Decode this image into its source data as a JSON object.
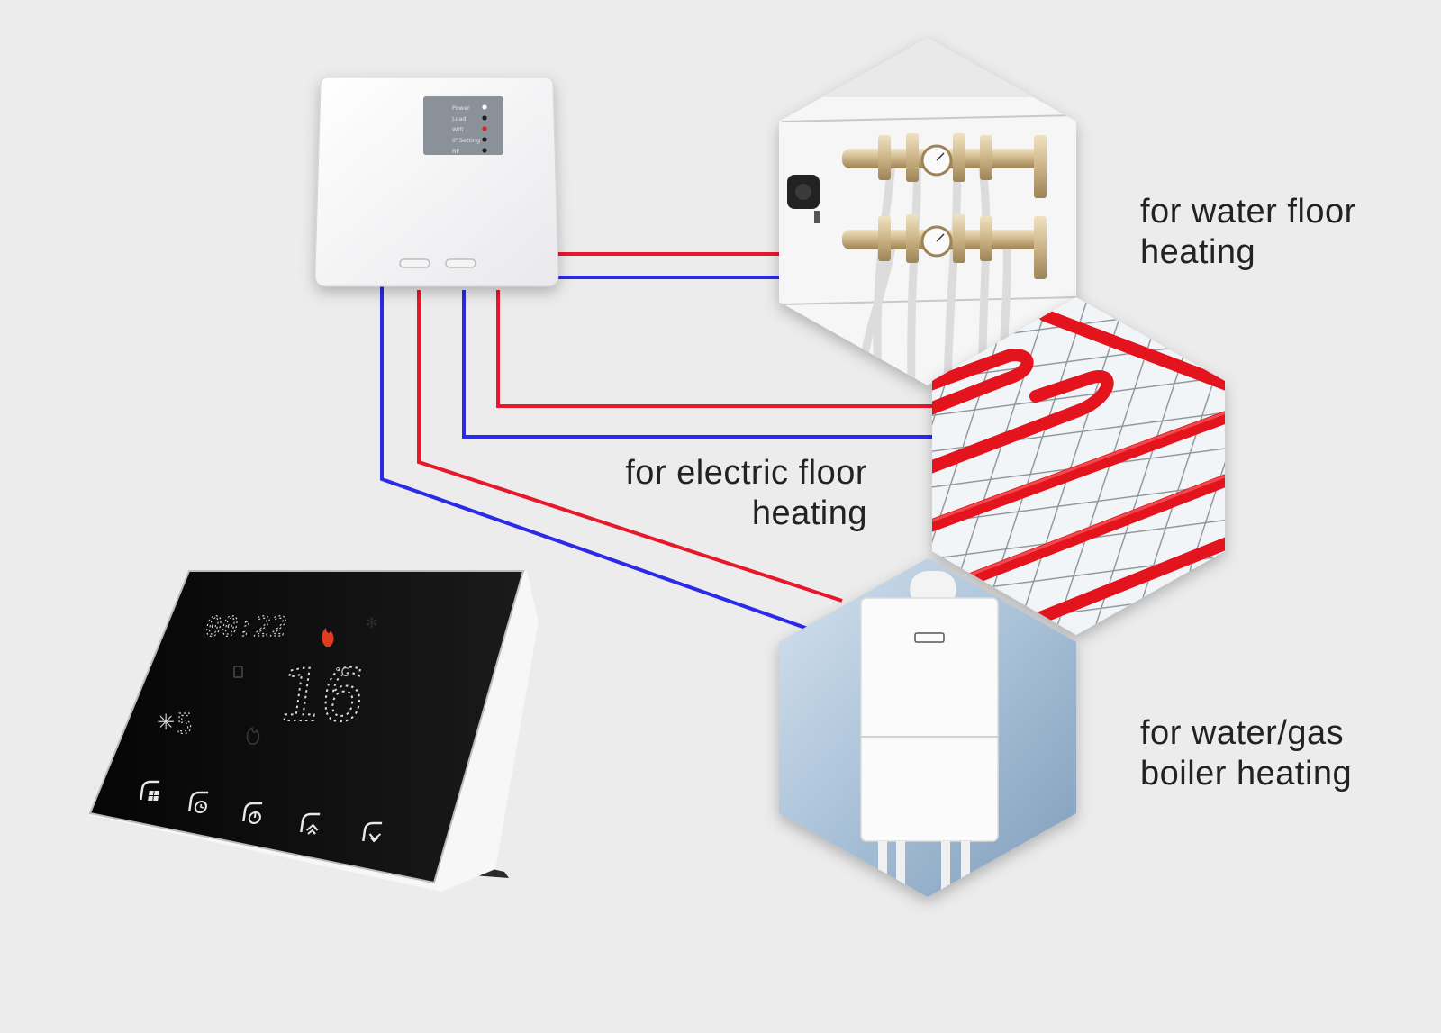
{
  "receiver": {
    "leds": [
      {
        "label": "Power",
        "color": "#ffffff"
      },
      {
        "label": "Load",
        "color": "#1a1a1a"
      },
      {
        "label": "Wifi",
        "color": "#e02020"
      },
      {
        "label": "IP Setting",
        "color": "#1a1a1a"
      },
      {
        "label": "RF",
        "color": "#1a1a1a"
      }
    ]
  },
  "thermostat": {
    "clock": "00:22",
    "temperature": "16",
    "unit": "°C",
    "fan_speed": "5",
    "buttons": [
      "mode-icon",
      "clock-icon",
      "power-icon",
      "arrow-up-icon",
      "arrow-down-icon"
    ]
  },
  "wire_colors": {
    "live": "#e8182c",
    "return": "#2a2ae8"
  },
  "targets": [
    {
      "id": "water-floor",
      "line1": "for water floor",
      "line2": "heating",
      "icon": "manifold-icon"
    },
    {
      "id": "electric-floor",
      "line1": "for electric floor",
      "line2": "heating",
      "icon": "heating-cable-icon"
    },
    {
      "id": "boiler",
      "line1": "for water/gas",
      "line2": "boiler heating",
      "icon": "boiler-icon"
    }
  ]
}
